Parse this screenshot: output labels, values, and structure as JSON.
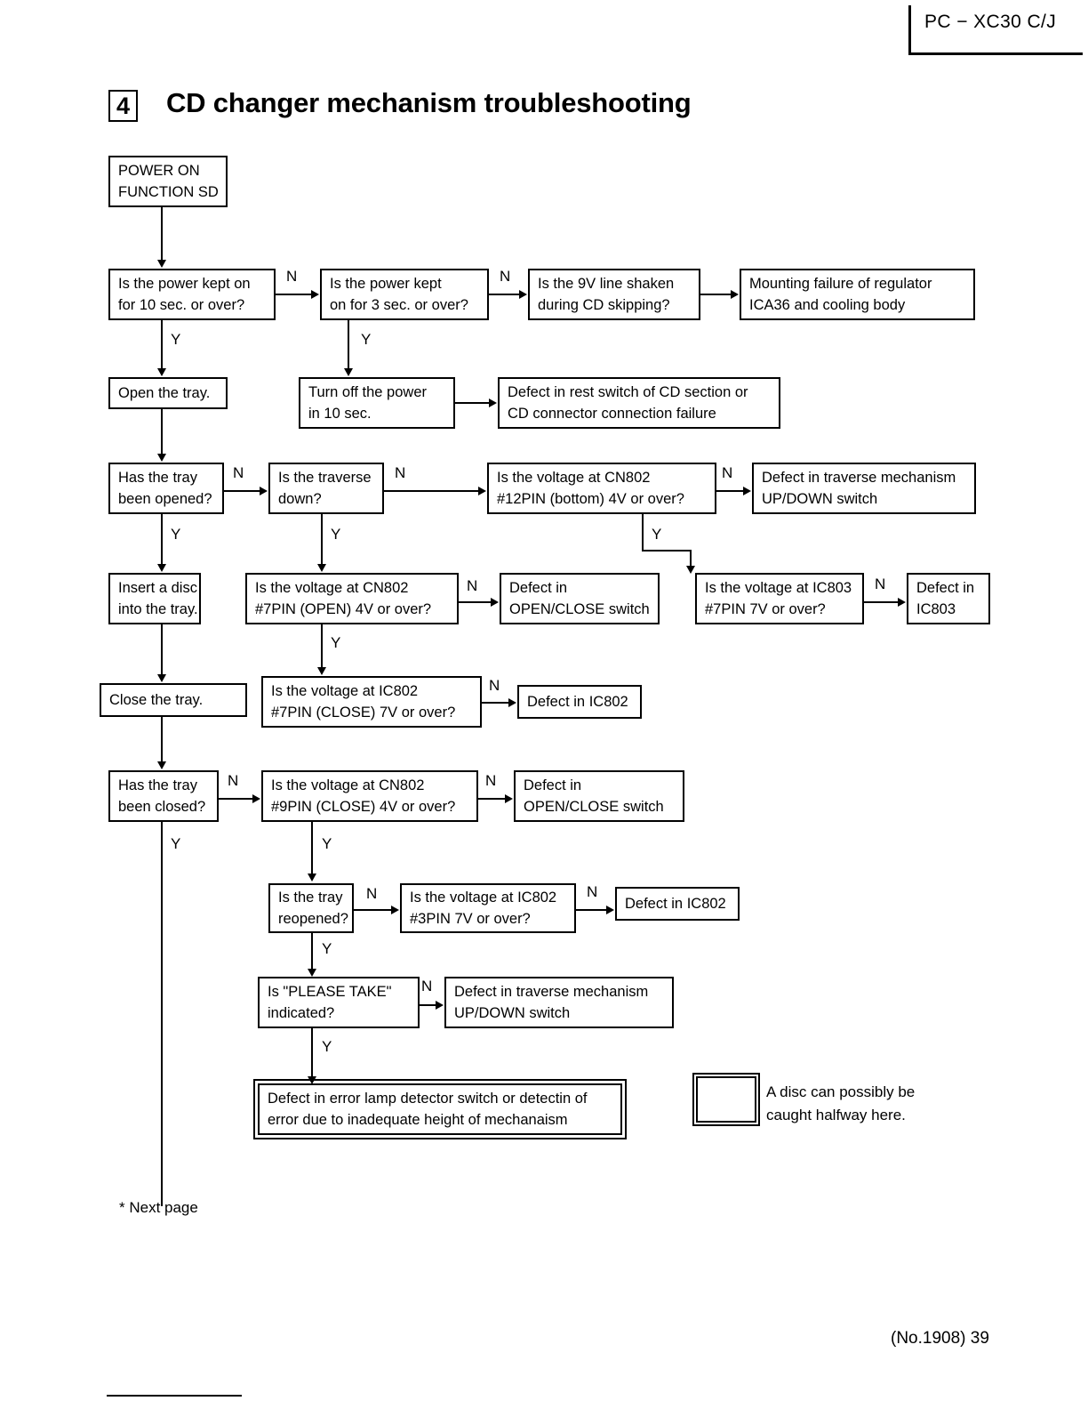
{
  "header": {
    "model": "PC − XC30 C/J"
  },
  "title": {
    "number": "4",
    "text": "CD changer mechanism troubleshooting"
  },
  "nodes": {
    "start": {
      "lines": [
        "POWER ON",
        "FUNCTION SD"
      ]
    },
    "q_power10": {
      "lines": [
        "Is the power kept on",
        "for 10 sec. or over?"
      ]
    },
    "q_power3": {
      "lines": [
        "Is the power kept",
        "on for 3 sec. or over?"
      ]
    },
    "q_9v": {
      "lines": [
        "Is the 9V line shaken",
        "during CD skipping?"
      ]
    },
    "r_regulator": {
      "lines": [
        "Mounting failure of regulator",
        "ICA36 and cooling body"
      ]
    },
    "a_open_tray": {
      "lines": [
        "Open the tray."
      ]
    },
    "a_turn_off": {
      "lines": [
        "Turn off the power",
        "in  10 sec."
      ]
    },
    "r_rest_sw": {
      "lines": [
        "Defect in rest switch of CD section or",
        "CD connector connection failure"
      ]
    },
    "q_tray_open": {
      "lines": [
        "Has the tray",
        "been opened?"
      ]
    },
    "q_traverse": {
      "lines": [
        "Is the traverse",
        "down?"
      ]
    },
    "q_cn802_12": {
      "lines": [
        "Is the voltage at CN802",
        "#12PIN (bottom) 4V or over?"
      ]
    },
    "r_trav_updown": {
      "lines": [
        "Defect in traverse mechanism",
        "UP/DOWN switch"
      ]
    },
    "a_insert": {
      "lines": [
        "Insert a disc",
        "into the tray."
      ]
    },
    "q_cn802_7": {
      "lines": [
        "Is the voltage at CN802",
        "#7PIN (OPEN) 4V or over?"
      ]
    },
    "r_openclose1": {
      "lines": [
        "Defect in",
        "OPEN/CLOSE switch"
      ]
    },
    "q_ic803_7": {
      "lines": [
        "Is the voltage at IC803",
        "#7PIN 7V or over?"
      ]
    },
    "r_ic803": {
      "lines": [
        "Defect in",
        "IC803"
      ]
    },
    "a_close_tray": {
      "lines": [
        "Close the tray."
      ]
    },
    "q_ic802_7": {
      "lines": [
        "Is the voltage at IC802",
        "#7PIN (CLOSE) 7V or over?"
      ]
    },
    "r_ic802_a": {
      "lines": [
        "Defect in IC802"
      ]
    },
    "q_tray_closed": {
      "lines": [
        "Has the tray",
        "been closed?"
      ]
    },
    "q_cn802_9": {
      "lines": [
        "Is the voltage at CN802",
        "#9PIN (CLOSE) 4V or over?"
      ]
    },
    "r_openclose2": {
      "lines": [
        "Defect in",
        "OPEN/CLOSE switch"
      ]
    },
    "q_reopened": {
      "lines": [
        "Is the tray",
        "reopened?"
      ]
    },
    "q_ic802_3": {
      "lines": [
        "Is the voltage at IC802",
        "#3PIN 7V or over?"
      ]
    },
    "r_ic802_b": {
      "lines": [
        "Defect in IC802"
      ]
    },
    "q_please_take": {
      "lines": [
        "Is \"PLEASE TAKE\"",
        "indicated?"
      ]
    },
    "r_trav_updown2": {
      "lines": [
        "Defect in traverse mechanism",
        "UP/DOWN switch"
      ]
    },
    "r_error_lamp": {
      "lines": [
        "Defect in error lamp detector switch or detectin of",
        "error due to inadequate height of mechanaism"
      ]
    }
  },
  "branch_labels": {
    "n": "N",
    "y": "Y"
  },
  "legend": {
    "lines": [
      "A disc can possibly be",
      "caught halfway here."
    ]
  },
  "footer": {
    "next_page": "* Next page",
    "number": "(No.1908) 39"
  }
}
